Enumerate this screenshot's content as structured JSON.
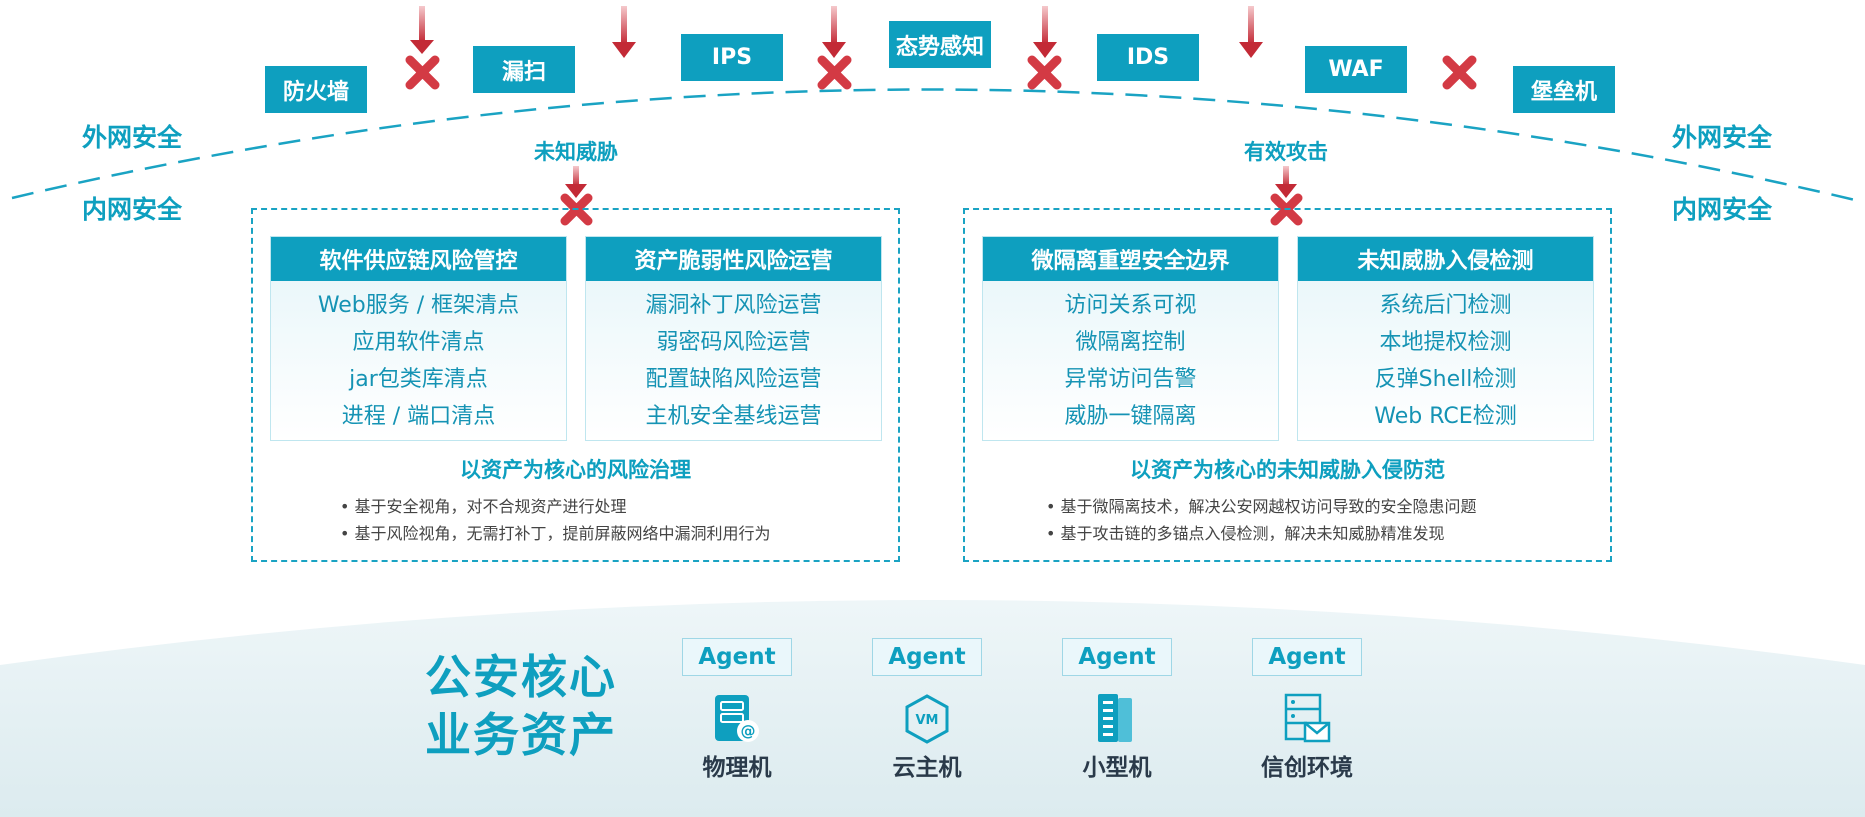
{
  "top_tags": [
    "防火墙",
    "漏扫",
    "IPS",
    "态势感知",
    "IDS",
    "WAF",
    "堡垒机"
  ],
  "zones": {
    "outer_left": "外网安全",
    "inner_left": "内网安全",
    "outer_right": "外网安全",
    "inner_right": "内网安全"
  },
  "labels": {
    "unknown_threat": "未知威胁",
    "effective_attack": "有效攻击"
  },
  "left_panel": {
    "title": "以资产为核心的风险治理",
    "cards": [
      {
        "head": "软件供应链风险管控",
        "items": [
          "Web服务 / 框架清点",
          "应用软件清点",
          "jar包类库清点",
          "进程 / 端口清点"
        ]
      },
      {
        "head": "资产脆弱性风险运营",
        "items": [
          "漏洞补丁风险运营",
          "弱密码风险运营",
          "配置缺陷风险运营",
          "主机安全基线运营"
        ]
      }
    ],
    "bullets": [
      "基于安全视角，对不合规资产进行处理",
      "基于风险视角，无需打补丁，提前屏蔽网络中漏洞利用行为"
    ]
  },
  "right_panel": {
    "title": "以资产为核心的未知威胁入侵防范",
    "cards": [
      {
        "head": "微隔离重塑安全边界",
        "items": [
          "访问关系可视",
          "微隔离控制",
          "异常访问告警",
          "威胁一键隔离"
        ]
      },
      {
        "head": "未知威胁入侵检测",
        "items": [
          "系统后门检测",
          "本地提权检测",
          "反弹Shell检测",
          "Web RCE检测"
        ]
      }
    ],
    "bullets": [
      "基于微隔离技术，解决公安网越权访问导致的安全隐患问题",
      "基于攻击链的多锚点入侵检测，解决未知威胁精准发现"
    ]
  },
  "core": {
    "line1": "公安核心",
    "line2": "业务资产"
  },
  "assets": [
    {
      "agent": "Agent",
      "label": "物理机",
      "icon": "physical-server-icon"
    },
    {
      "agent": "Agent",
      "label": "云主机",
      "icon": "vm-icon"
    },
    {
      "agent": "Agent",
      "label": "小型机",
      "icon": "rack-server-icon"
    },
    {
      "agent": "Agent",
      "label": "信创环境",
      "icon": "xinchuang-env-icon"
    }
  ],
  "colors": {
    "accent": "#0e9fbf",
    "threat_red": "#d33a44"
  }
}
